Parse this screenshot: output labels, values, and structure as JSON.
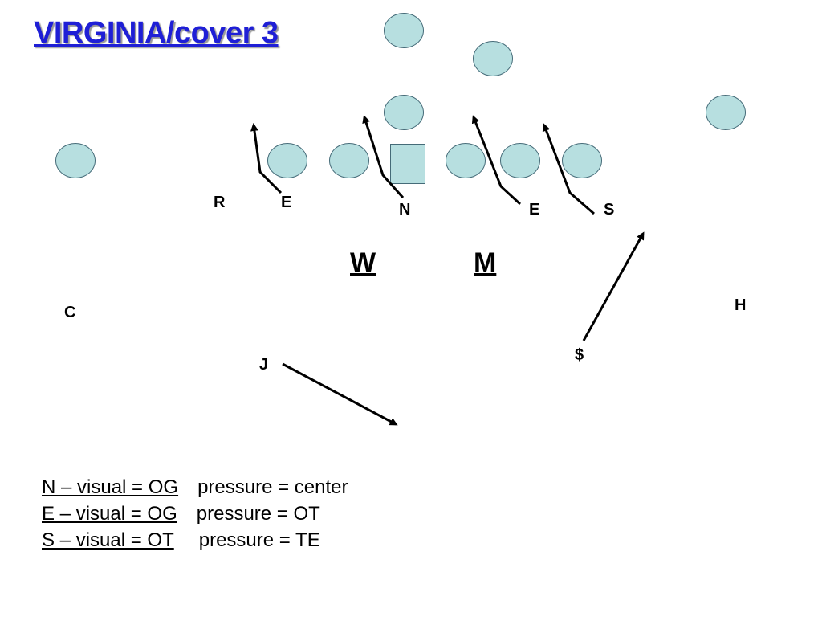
{
  "slide": {
    "title": "VIRGINIA/cover 3"
  },
  "defenders": {
    "R": "R",
    "E_left": "E",
    "N": "N",
    "E_right": "E",
    "S": "S",
    "W": "W",
    "M": "M",
    "C": "C",
    "H": "H",
    "dollar": "$",
    "J": "J"
  },
  "legend": [
    {
      "key": "N – visual = OG",
      "value": "pressure = center"
    },
    {
      "key": "E – visual = OG",
      "value": "pressure = OT"
    },
    {
      "key": "S – visual = OT",
      "value": "pressure = TE"
    }
  ],
  "colors": {
    "title": "#1f1fd6",
    "offense_fill": "#b7dfe0",
    "offense_stroke": "#456b78",
    "routes": "#000000"
  },
  "icons": {
    "offense_player": "circle",
    "center": "square",
    "route_arrow": "arrow"
  }
}
